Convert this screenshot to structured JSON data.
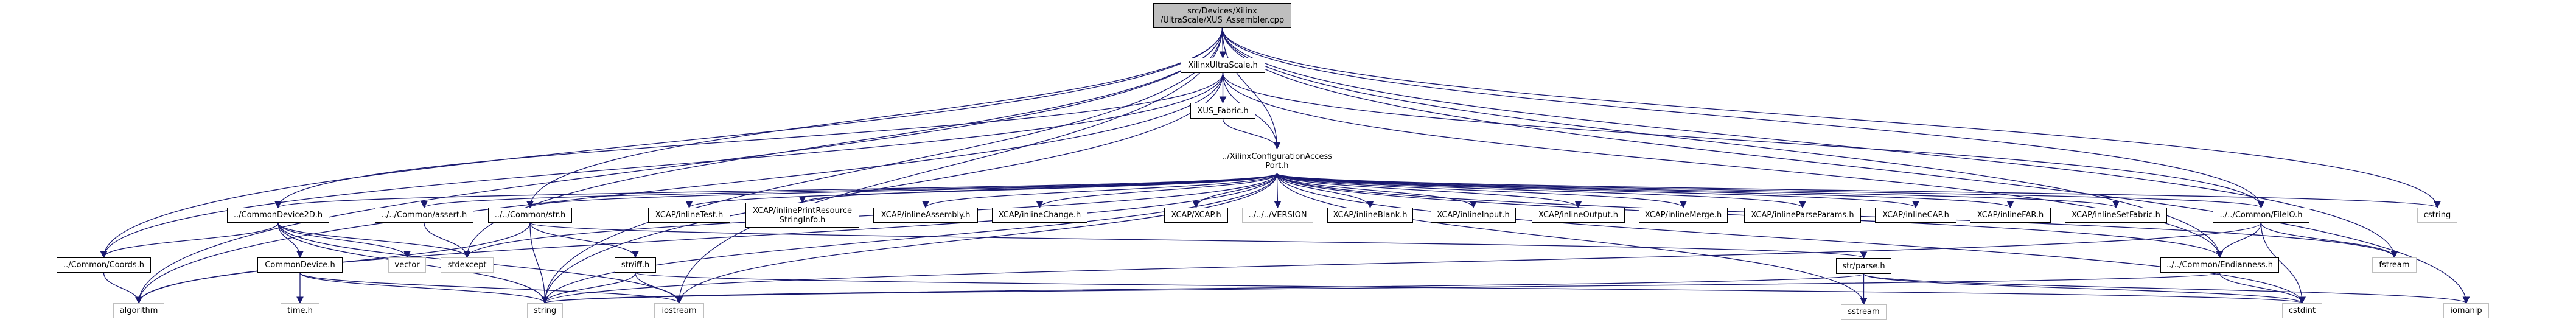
{
  "graph": {
    "type": "include-dependency-graph",
    "edge_color": "#191970",
    "root_fill": "#bfbfbf",
    "system_header_border": "#bfbfbf",
    "nodes": [
      {
        "id": "root",
        "label": "src/Devices/Xilinx\n/UltraScale/XUS_Assembler.cpp",
        "kind": "root"
      },
      {
        "id": "xus",
        "label": "XilinxUltraScale.h",
        "kind": "local"
      },
      {
        "id": "fabric",
        "label": "XUS_Fabric.h",
        "kind": "local"
      },
      {
        "id": "xcap",
        "label": "../XilinxConfigurationAccess\nPort.h",
        "kind": "local"
      },
      {
        "id": "cd2d",
        "label": "../CommonDevice2D.h",
        "kind": "local"
      },
      {
        "id": "assert",
        "label": "../../Common/assert.h",
        "kind": "local"
      },
      {
        "id": "str",
        "label": "../../Common/str.h",
        "kind": "local"
      },
      {
        "id": "itest",
        "label": "XCAP/inlineTest.h",
        "kind": "local"
      },
      {
        "id": "iprint",
        "label": "XCAP/inlinePrintResource\nStringInfo.h",
        "kind": "local"
      },
      {
        "id": "iasm",
        "label": "XCAP/inlineAssembly.h",
        "kind": "local"
      },
      {
        "id": "ichange",
        "label": "XCAP/inlineChange.h",
        "kind": "local"
      },
      {
        "id": "xcaph",
        "label": "XCAP/XCAP.h",
        "kind": "local"
      },
      {
        "id": "version",
        "label": "../../../VERSION",
        "kind": "system"
      },
      {
        "id": "iblank",
        "label": "XCAP/inlineBlank.h",
        "kind": "local"
      },
      {
        "id": "iinput",
        "label": "XCAP/inlineInput.h",
        "kind": "local"
      },
      {
        "id": "ioutput",
        "label": "XCAP/inlineOutput.h",
        "kind": "local"
      },
      {
        "id": "imerge",
        "label": "XCAP/inlineMerge.h",
        "kind": "local"
      },
      {
        "id": "iparse",
        "label": "XCAP/inlineParseParams.h",
        "kind": "local"
      },
      {
        "id": "icap",
        "label": "XCAP/inlineCAP.h",
        "kind": "local"
      },
      {
        "id": "ifar",
        "label": "XCAP/inlineFAR.h",
        "kind": "local"
      },
      {
        "id": "isetfab",
        "label": "XCAP/inlineSetFabric.h",
        "kind": "local"
      },
      {
        "id": "fileio",
        "label": "../../Common/FileIO.h",
        "kind": "local"
      },
      {
        "id": "cstring",
        "label": "cstring",
        "kind": "system"
      },
      {
        "id": "coords",
        "label": "../Common/Coords.h",
        "kind": "local"
      },
      {
        "id": "cdev",
        "label": "CommonDevice.h",
        "kind": "local"
      },
      {
        "id": "vector",
        "label": "vector",
        "kind": "system"
      },
      {
        "id": "stdexcept",
        "label": "stdexcept",
        "kind": "system"
      },
      {
        "id": "striff",
        "label": "str/iff.h",
        "kind": "local"
      },
      {
        "id": "strparse",
        "label": "str/parse.h",
        "kind": "local"
      },
      {
        "id": "endian",
        "label": "../../Common/Endianness.h",
        "kind": "local"
      },
      {
        "id": "fstream",
        "label": "fstream",
        "kind": "system"
      },
      {
        "id": "algorithm",
        "label": "algorithm",
        "kind": "system"
      },
      {
        "id": "timeh",
        "label": "time.h",
        "kind": "system"
      },
      {
        "id": "string",
        "label": "string",
        "kind": "system"
      },
      {
        "id": "iostream",
        "label": "iostream",
        "kind": "system"
      },
      {
        "id": "sstream",
        "label": "sstream",
        "kind": "system"
      },
      {
        "id": "cstdint",
        "label": "cstdint",
        "kind": "system"
      },
      {
        "id": "iomanip",
        "label": "iomanip",
        "kind": "system"
      }
    ],
    "edges": [
      [
        "root",
        "xus"
      ],
      [
        "root",
        "xcap"
      ],
      [
        "root",
        "coords"
      ],
      [
        "root",
        "str"
      ],
      [
        "root",
        "stdexcept"
      ],
      [
        "root",
        "algorithm"
      ],
      [
        "root",
        "string"
      ],
      [
        "root",
        "iostream"
      ],
      [
        "root",
        "fileio"
      ],
      [
        "root",
        "endian"
      ],
      [
        "root",
        "cstring"
      ],
      [
        "root",
        "fstream"
      ],
      [
        "root",
        "iomanip"
      ],
      [
        "xus",
        "fabric"
      ],
      [
        "xus",
        "xcap"
      ],
      [
        "xus",
        "cd2d"
      ],
      [
        "xus",
        "coords"
      ],
      [
        "xus",
        "algorithm"
      ],
      [
        "xus",
        "string"
      ],
      [
        "xus",
        "fileio"
      ],
      [
        "xus",
        "endian"
      ],
      [
        "fabric",
        "xcap"
      ],
      [
        "xcap",
        "cd2d"
      ],
      [
        "xcap",
        "assert"
      ],
      [
        "xcap",
        "str"
      ],
      [
        "xcap",
        "itest"
      ],
      [
        "xcap",
        "iprint"
      ],
      [
        "xcap",
        "iasm"
      ],
      [
        "xcap",
        "ichange"
      ],
      [
        "xcap",
        "xcaph"
      ],
      [
        "xcap",
        "version"
      ],
      [
        "xcap",
        "iblank"
      ],
      [
        "xcap",
        "iinput"
      ],
      [
        "xcap",
        "ioutput"
      ],
      [
        "xcap",
        "imerge"
      ],
      [
        "xcap",
        "iparse"
      ],
      [
        "xcap",
        "icap"
      ],
      [
        "xcap",
        "ifar"
      ],
      [
        "xcap",
        "isetfab"
      ],
      [
        "xcap",
        "fileio"
      ],
      [
        "xcap",
        "cstring"
      ],
      [
        "xcap",
        "fstream"
      ],
      [
        "xcap",
        "cstdint"
      ],
      [
        "xcap",
        "string"
      ],
      [
        "xcap",
        "iostream"
      ],
      [
        "xcap",
        "sstream"
      ],
      [
        "xcap",
        "endian"
      ],
      [
        "xcap",
        "algorithm"
      ],
      [
        "xcap",
        "stdexcept"
      ],
      [
        "cd2d",
        "coords"
      ],
      [
        "cd2d",
        "cdev"
      ],
      [
        "cd2d",
        "vector"
      ],
      [
        "cd2d",
        "stdexcept"
      ],
      [
        "cd2d",
        "string"
      ],
      [
        "cd2d",
        "iostream"
      ],
      [
        "coords",
        "algorithm"
      ],
      [
        "cdev",
        "timeh"
      ],
      [
        "cdev",
        "string"
      ],
      [
        "cdev",
        "iostream"
      ],
      [
        "assert",
        "stdexcept"
      ],
      [
        "str",
        "string"
      ],
      [
        "str",
        "striff"
      ],
      [
        "str",
        "strparse"
      ],
      [
        "str",
        "algorithm"
      ],
      [
        "striff",
        "string"
      ],
      [
        "striff",
        "iostream"
      ],
      [
        "striff",
        "cstdint"
      ],
      [
        "strparse",
        "sstream"
      ],
      [
        "strparse",
        "string"
      ],
      [
        "strparse",
        "cstdint"
      ],
      [
        "strparse",
        "iomanip"
      ],
      [
        "fileio",
        "endian"
      ],
      [
        "fileio",
        "cstdint"
      ],
      [
        "fileio",
        "fstream"
      ],
      [
        "fileio",
        "string"
      ],
      [
        "endian",
        "cstdint"
      ],
      [
        "endian",
        "string"
      ]
    ]
  }
}
